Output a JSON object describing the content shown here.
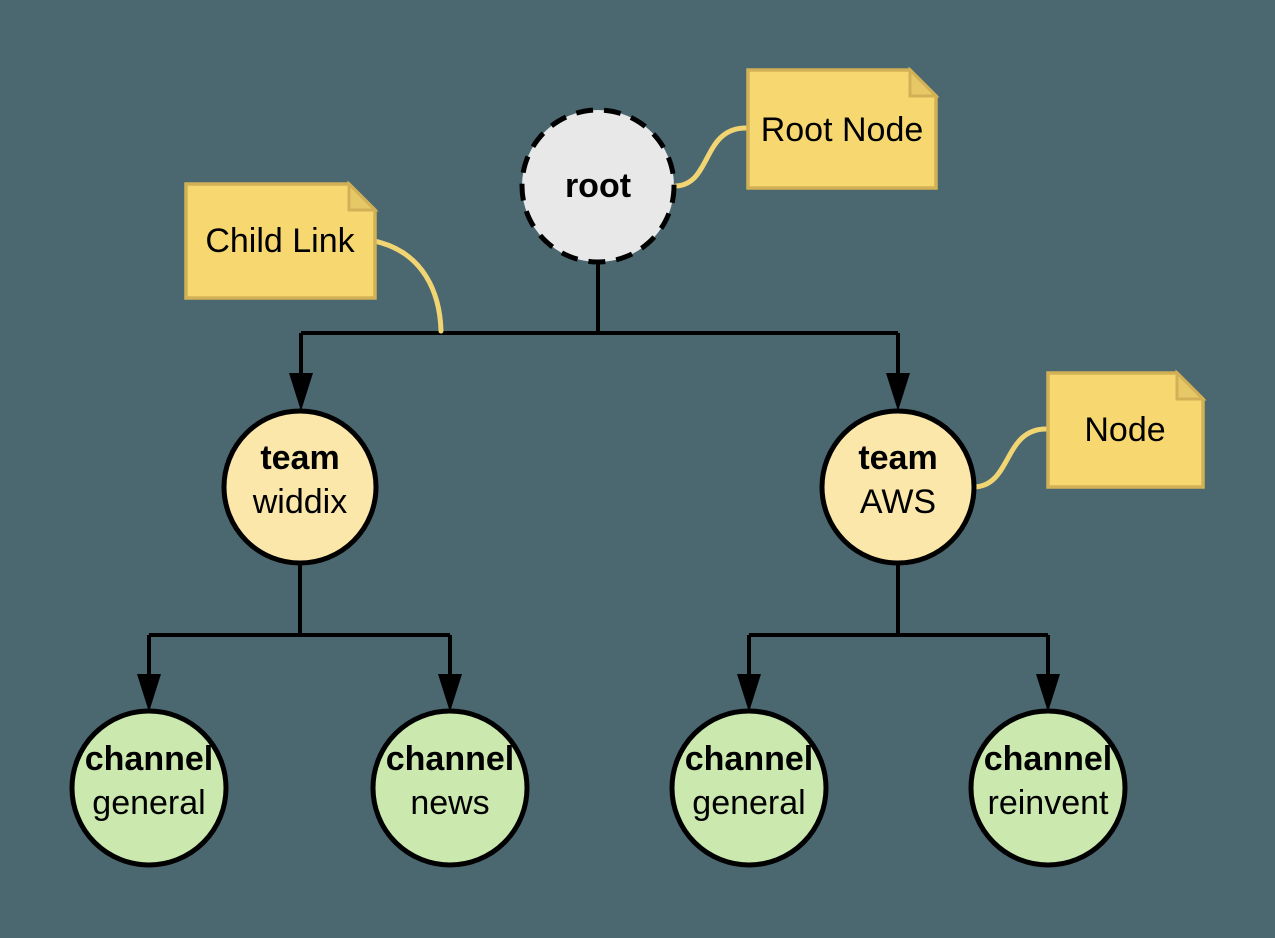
{
  "colors": {
    "background": "#4B6770",
    "root_node_fill": "#E8E8E8",
    "team_node_fill": "#FBE7A9",
    "channel_node_fill": "#CBE8AE",
    "node_stroke": "#000000",
    "tree_connector": "#000000",
    "note_fill": "#F7D870",
    "note_border": "#D2B156",
    "note_fold_fill": "#E7C867",
    "note_connector": "#F2D573"
  },
  "nodes": {
    "root": {
      "label": "root"
    },
    "team_widdix": {
      "type_label": "team",
      "name": "widdix"
    },
    "team_aws": {
      "type_label": "team",
      "name": "AWS"
    },
    "channel_widdix_general": {
      "type_label": "channel",
      "name": "general"
    },
    "channel_widdix_news": {
      "type_label": "channel",
      "name": "news"
    },
    "channel_aws_general": {
      "type_label": "channel",
      "name": "general"
    },
    "channel_aws_reinvent": {
      "type_label": "channel",
      "name": "reinvent"
    }
  },
  "annotations": {
    "root_note": "Root Node",
    "child_link_note": "Child Link",
    "node_note": "Node"
  }
}
